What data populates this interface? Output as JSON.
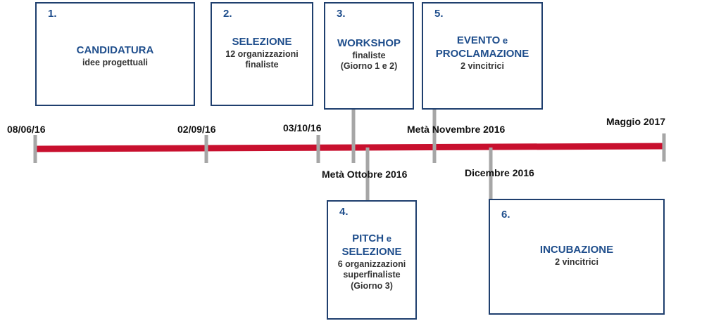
{
  "boxes": [
    {
      "num": "1.",
      "title": "CANDIDATURA",
      "title_suffix": "",
      "title2": "",
      "sub": [
        "idee progettuali"
      ]
    },
    {
      "num": "2.",
      "title": "SELEZIONE",
      "title_suffix": "",
      "title2": "",
      "sub": [
        "12 organizzazioni",
        "finaliste"
      ]
    },
    {
      "num": "3.",
      "title": "WORKSHOP",
      "title_suffix": "",
      "title2": "",
      "sub": [
        "finaliste",
        "(Giorno 1 e 2)"
      ]
    },
    {
      "num": "5.",
      "title": "EVENTO",
      "title_suffix": " e",
      "title2": "PROCLAMAZIONE",
      "sub": [
        "2 vincitrici"
      ]
    },
    {
      "num": "4.",
      "title": "PITCH",
      "title_suffix": " e",
      "title2": "SELEZIONE",
      "sub": [
        "6 organizzazioni",
        "superfinaliste",
        "(Giorno 3)"
      ]
    },
    {
      "num": "6.",
      "title": "INCUBAZIONE",
      "title_suffix": "",
      "title2": "",
      "sub": [
        "2 vincitrici"
      ]
    }
  ],
  "dates": {
    "d1": "08/06/16",
    "d2": "02/09/16",
    "d3": "03/10/16",
    "d4": "Metà Ottobre 2016",
    "d5": "Metà Novembre 2016",
    "d6": "Dicembre 2016",
    "d7": "Maggio 2017"
  },
  "colors": {
    "timeline": "#c8102e",
    "tick": "#a6a6a6",
    "box_border": "#1f3f6e",
    "title": "#1f4e8c"
  }
}
